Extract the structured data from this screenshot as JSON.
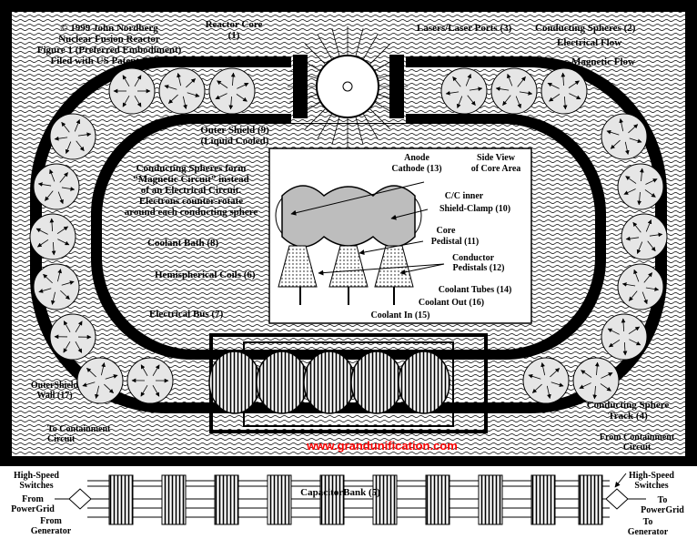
{
  "colors": {
    "frame": "#000000",
    "background": "#ffffff",
    "url": "#ff0000",
    "sphere_fill": "#d8d8d8",
    "sidebox_fill": "#bdbdbd"
  },
  "title": {
    "line1": "© 1999 John Nordberg",
    "line2": "Nuclear Fusion Reactor",
    "line3": "Figure 1 (Preferred Embodiment)",
    "line4": "Filed with US Patent Office"
  },
  "labels": {
    "reactor_core": "Reactor Core",
    "reactor_core_num": "(1)",
    "lasers": "Lasers/Laser Ports (3)",
    "conducting_spheres": "Conducting Spheres (2)",
    "electrical_flow": "Electrical Flow",
    "magnetic_flow": "Magnetic Flow",
    "outer_shield": "Outer Shield (9)",
    "outer_shield_sub": "(Liquid Cooled)",
    "magnetic_circuit_1": "Conducting Spheres form",
    "magnetic_circuit_2": "“Magnetic Circuit” instead",
    "magnetic_circuit_3": "of an Electrical Circuit.",
    "magnetic_circuit_4": "Electrons counter-rotate",
    "magnetic_circuit_5": "around each conducting sphere",
    "coolant_bath": "Coolant Bath (8)",
    "hemispherical_coils": "Hemispherical Coils (6)",
    "electrical_bus": "Electrical Bus (7)",
    "outer_shield_wall_1": "OuterShield",
    "outer_shield_wall_2": "Wall (17)",
    "to_containment_1": "To Containment",
    "to_containment_2": "Circuit",
    "from_containment_1": "From Containment",
    "from_containment_2": "Circuit",
    "sphere_track_1": "Conducting Sphere",
    "sphere_track_2": "Track (4)",
    "url": "www.grandunification.com"
  },
  "side_view": {
    "title_1": "Side View",
    "title_2": "of Core Area",
    "anode_1": "Anode",
    "anode_2": "Cathode (13)",
    "clamp_1": "C/C inner",
    "clamp_2": "Shield-Clamp (10)",
    "core_1": "Core",
    "core_2": "Pedistal (11)",
    "conductor_1": "Conductor",
    "conductor_2": "Pedistals (12)",
    "coolant_tubes": "Coolant Tubes (14)",
    "coolant_out": "Coolant Out (16)",
    "coolant_in": "Coolant In (15)"
  },
  "bottom": {
    "hs_switches_left_1": "High-Speed",
    "hs_switches_left_2": "Switches",
    "from_powergrid_1": "From",
    "from_powergrid_2": "PowerGrid",
    "from_generator_1": "From",
    "from_generator_2": "Generator",
    "capacitor_bank": "CapacitorBank (5)",
    "hs_switches_right_1": "High-Speed",
    "hs_switches_right_2": "Switches",
    "to_powergrid_1": "To",
    "to_powergrid_2": "PowerGrid",
    "to_generator_1": "To",
    "to_generator_2": "Generator"
  }
}
